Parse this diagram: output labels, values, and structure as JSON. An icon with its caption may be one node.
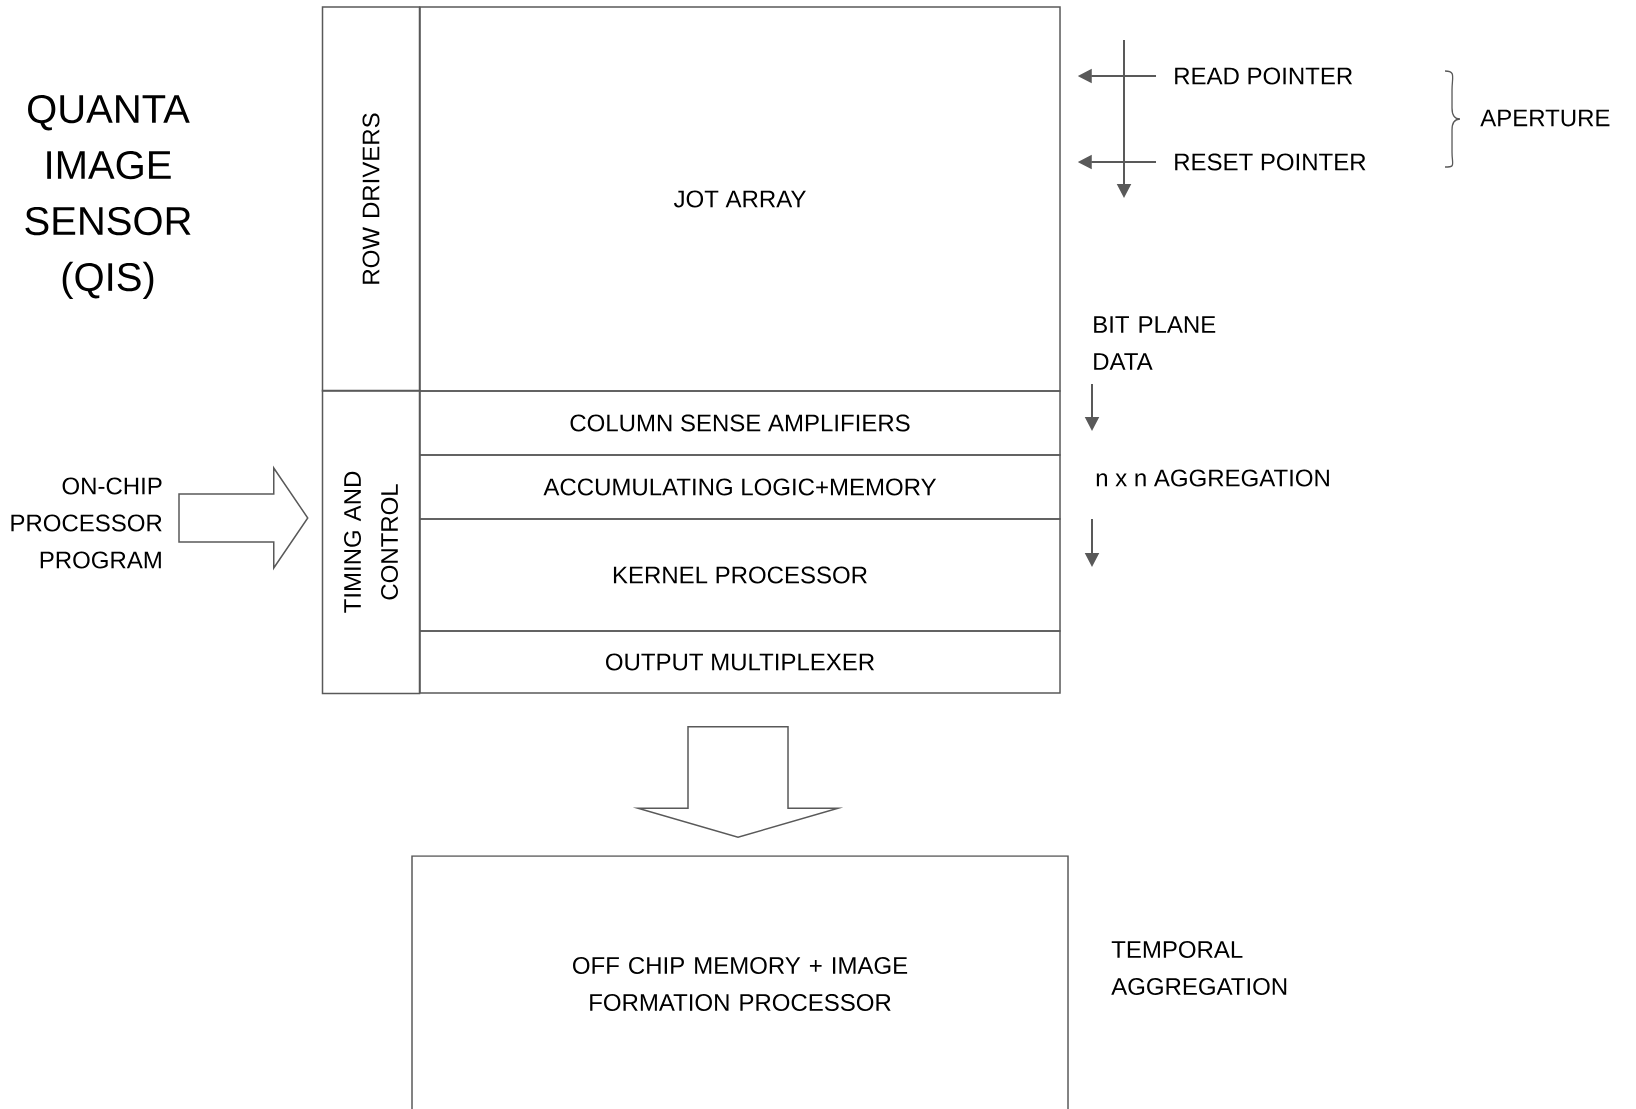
{
  "diagram": {
    "title": "QUANTA IMAGE SENSOR (QIS)",
    "nodes": [
      {
        "text": [
          "ROW DRIVERS"
        ]
      },
      {
        "text": [
          "JOT ARRAY"
        ]
      },
      {
        "text": [
          "TIMING AND CONTROL"
        ]
      },
      {
        "text": [
          "COLUMN SENSE AMPLIFIERS"
        ]
      },
      {
        "text": [
          "ACCUMULATING LOGIC+MEMORY"
        ]
      },
      {
        "text": [
          "KERNEL PROCESSOR"
        ]
      },
      {
        "text": [
          "OUTPUT MULTIPLEXER"
        ]
      },
      {
        "text": [
          "OFF CHIP MEMORY + IMAGE FORMATION PROCESSOR"
        ]
      },
      {
        "text": [
          "ON-CHIP PROCESSOR PROGRAM"
        ]
      },
      {
        "text": [
          "READ POINTER"
        ]
      },
      {
        "text": [
          "RESET POINTER"
        ]
      }
    ],
    "edges": [
      {
        "from": 8,
        "to": 2,
        "arrow": "to"
      },
      {
        "from": 6,
        "to": 7,
        "arrow": "to"
      },
      {
        "from": 9,
        "to": 1,
        "arrow": "to"
      },
      {
        "from": 10,
        "to": 1,
        "arrow": "to"
      }
    ],
    "labels": [
      "APERTURE",
      "BIT PLANE DATA",
      "n x n AGGREGATION",
      "TEMPORAL AGGREGATION"
    ]
  }
}
